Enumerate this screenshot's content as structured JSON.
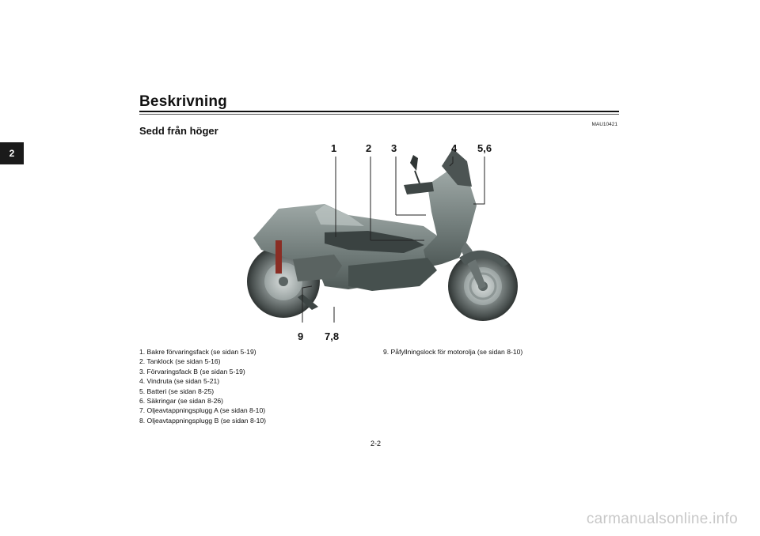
{
  "chapter_tab": "2",
  "header": {
    "title": "Beskrivning",
    "section_id": "MAU10421"
  },
  "subtitle": "Sedd från höger",
  "callouts": [
    "1",
    "2",
    "3",
    "4",
    "5,6",
    "9",
    "7,8"
  ],
  "parts_left": [
    "1.  Bakre förvaringsfack (se sidan 5-19)",
    "2.  Tanklock (se sidan 5-16)",
    "3.  Förvaringsfack B (se sidan 5-19)",
    "4.  Vindruta (se sidan 5-21)",
    "5.  Batteri (se sidan 8-25)",
    "6.  Säkringar (se sidan 8-26)",
    "7.  Oljeavtappningsplugg A (se sidan 8-10)",
    "8.  Oljeavtappningsplugg B (se sidan 8-10)"
  ],
  "parts_right": [
    "9.  Påfyllningslock för motorolja (se sidan 8-10)"
  ],
  "page_number": "2-2",
  "watermark": "carmanualsonline.info"
}
